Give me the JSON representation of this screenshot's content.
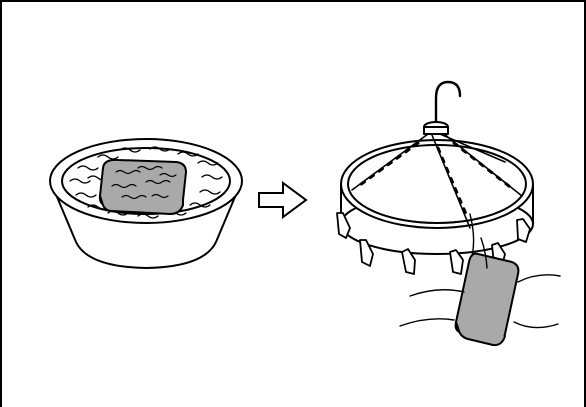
{
  "illustration": {
    "left_scene": "washbasin-with-soaking-pad",
    "right_scene": "drying-hanger-with-pad",
    "arrow": "right-arrow"
  },
  "colors": {
    "stroke": "#000000",
    "background": "#ffffff",
    "pad_fill": "#a9a9a9"
  }
}
